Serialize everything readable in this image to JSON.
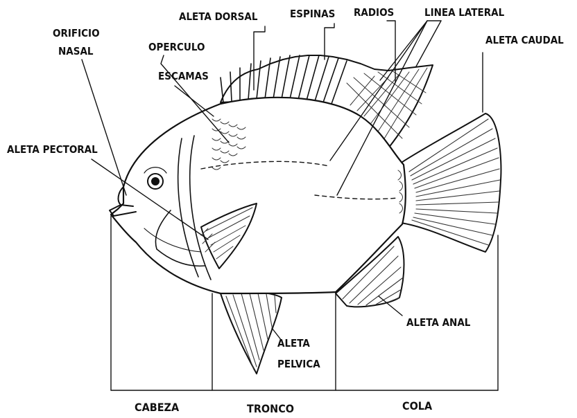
{
  "labels": {
    "aleta_dorsal": "ALETA DORSAL",
    "espinas": "ESPINAS",
    "radios": "RADIOS",
    "linea_lateral": "LINEA LATERAL",
    "aleta_caudal": "ALETA CAUDAL",
    "orificio_nasal_1": "ORIFICIO",
    "orificio_nasal_2": "NASAL",
    "operculo": "OPERCULO",
    "escamas": "ESCAMAS",
    "aleta_pectoral": "ALETA PECTORAL",
    "aleta_anal": "ALETA ANAL",
    "aleta_pelvica_1": "ALETA",
    "aleta_pelvica_2": "PELVICA"
  },
  "sections": {
    "cabeza": "CABEZA",
    "tronco": "TRONCO",
    "cola": "COLA"
  },
  "colors": {
    "ink": "#111111",
    "background": "#ffffff"
  }
}
